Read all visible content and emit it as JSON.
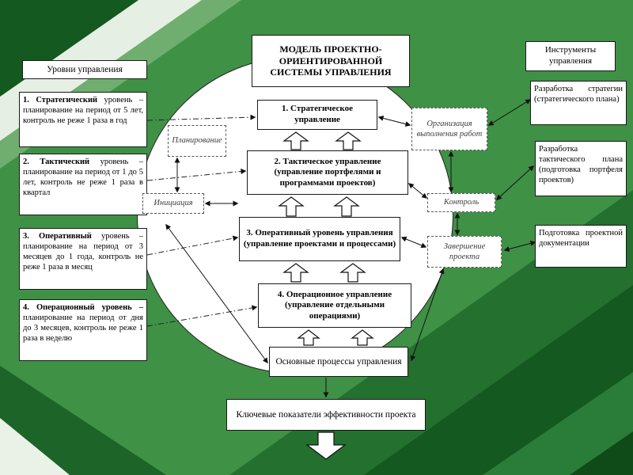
{
  "colors": {
    "bg_base": "#3f9145",
    "bg_dark": "#14591f",
    "bg_mid": "#23702f",
    "bg_light": "#e6efe3",
    "box_bg": "#ffffff",
    "box_border": "#1a1a1a"
  },
  "left_panel": {
    "header": "Уровни управления",
    "items": [
      {
        "bold": "1. Стратегический",
        "rest": "уровень – планирование на период от 5 лет, контроль не реже 1 раза в год"
      },
      {
        "bold": "2. Тактический",
        "rest": "уровень – планирование на период от 1 до 5 лет, контроль не реже 1 раза в квартал"
      },
      {
        "bold": "3. Оперативный",
        "rest": "уровень – планирование на период от 3 месяцев до 1 года, контроль не реже 1 раза в месяц"
      },
      {
        "bold": "4. Операционный уровень –",
        "rest": "планирование на период от дня до 3 месяцев, контроль не реже 1 раза в неделю"
      }
    ]
  },
  "right_panel": {
    "header": "Инструменты управления",
    "items": [
      {
        "text": "Разработка стратегии (стратегического плана)"
      },
      {
        "text": "Разработка тактического плана (подготовка портфеля проектов)"
      },
      {
        "text": "Подготовка проектной документации"
      }
    ]
  },
  "diagram": {
    "title": "МОДЕЛЬ ПРОЕКТНО-ОРИЕНТИРОВАННОЙ СИСТЕМЫ УПРАВЛЕНИЯ",
    "levels": [
      {
        "text": "1. Стратегическое управление"
      },
      {
        "text": "2. Тактическое управление (управление портфелями и программами проектов)"
      },
      {
        "text": "3. Оперативный уровень управления (управление проектами и процессами)"
      },
      {
        "text": "4. Операционное управление (управление отдельными операциями)"
      }
    ],
    "process_labels": {
      "planning": "Планирование",
      "initiation": "Инициация",
      "organization": "Организация выполнения работ",
      "control": "Контроль",
      "closing": "Завершение проекта"
    },
    "core_processes": "Основные процессы управления",
    "kpi": "Ключевые показатели эффективности проекта"
  }
}
